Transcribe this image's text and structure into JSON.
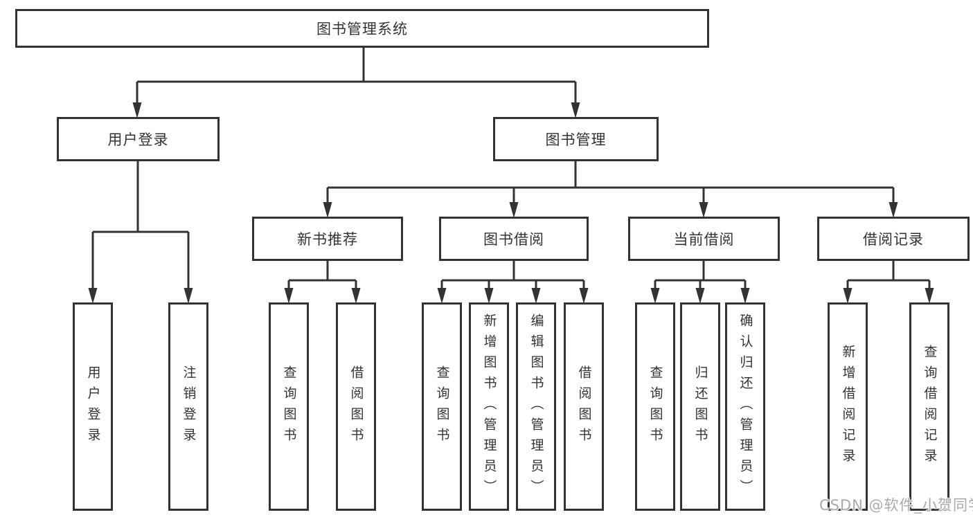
{
  "diagram": {
    "title": "图书管理系统",
    "root": {
      "label": "图书管理系统"
    },
    "level2": [
      {
        "label": "用户登录"
      },
      {
        "label": "图书管理"
      }
    ],
    "level3": [
      {
        "label": "新书推荐"
      },
      {
        "label": "图书借阅"
      },
      {
        "label": "当前借阅"
      },
      {
        "label": "借阅记录"
      }
    ],
    "login_children": [
      {
        "label": "用户登录"
      },
      {
        "label": "注销登录"
      }
    ],
    "new_book_children": [
      {
        "label": "查询图书"
      },
      {
        "label": "借阅图书"
      }
    ],
    "borrow_children": [
      {
        "label": "查询图书"
      },
      {
        "label": "新增图书（管理员）"
      },
      {
        "label": "编辑图书（管理员）"
      },
      {
        "label": "借阅图书"
      }
    ],
    "current_children": [
      {
        "label": "查询图书"
      },
      {
        "label": "归还图书"
      },
      {
        "label": "确认归还（管理员）"
      }
    ],
    "record_children": [
      {
        "label": "新增借阅记录"
      },
      {
        "label": "查询借阅记录"
      }
    ]
  },
  "watermark": "CSDN @软件_小贺同学",
  "colors": {
    "line": "#333333",
    "box_border": "#333333",
    "text": "#333333",
    "watermark": "#aaaaaa",
    "background": "#ffffff"
  }
}
